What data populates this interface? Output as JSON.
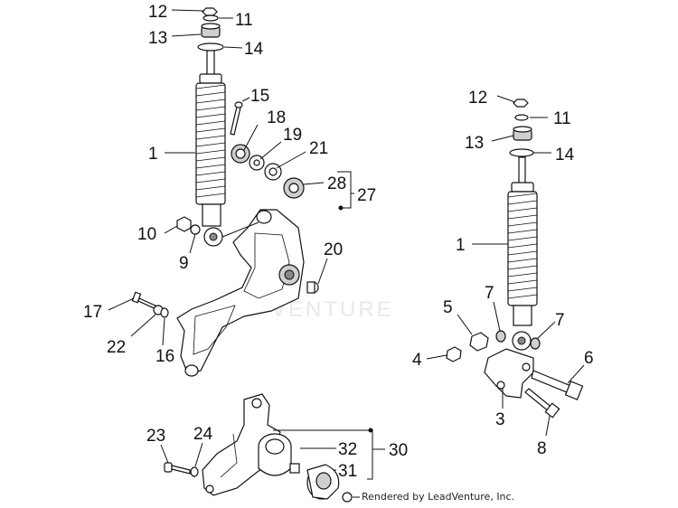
{
  "credit": "Rendered by LeadVenture, Inc.",
  "watermark": "VENTURE",
  "callouts": {
    "c12a": "12",
    "c11a": "11",
    "c13a": "13",
    "c14a": "14",
    "c15": "15",
    "c18": "18",
    "c19": "19",
    "c21": "21",
    "c28": "28",
    "c27": "27",
    "c1a": "1",
    "c10": "10",
    "c9": "9",
    "c20": "20",
    "c17": "17",
    "c22": "22",
    "c16": "16",
    "c12b": "12",
    "c11b": "11",
    "c13b": "13",
    "c14b": "14",
    "c1b": "1",
    "c5": "5",
    "c7a": "7",
    "c7b": "7",
    "c4": "4",
    "c6": "6",
    "c3": "3",
    "c8": "8",
    "c23": "23",
    "c24": "24",
    "c32": "32",
    "c30": "30",
    "c31": "31"
  }
}
